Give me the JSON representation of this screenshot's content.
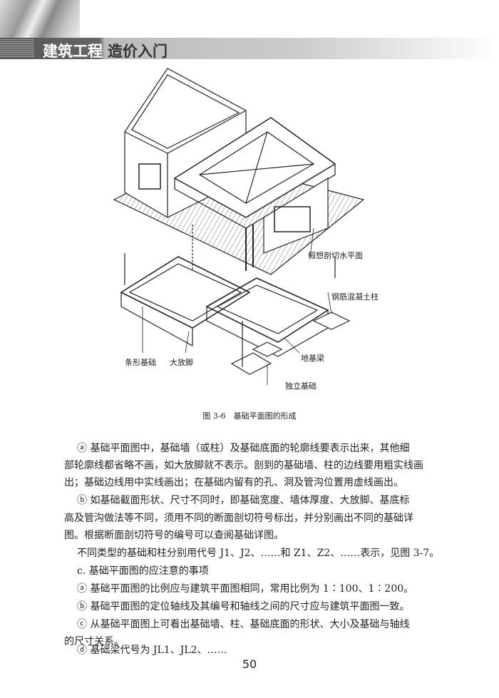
{
  "header": {
    "book_title_part1": "建筑工程",
    "book_title_part2": "造价入门"
  },
  "figure": {
    "labels": {
      "plane": "假想剖切水平面",
      "column": "钢筋混凝土柱",
      "strip": "条形基础",
      "footing": "大放脚",
      "beam": "地基梁",
      "isolated": "独立基础"
    },
    "caption": "图 3-6　基础平面图的形成"
  },
  "body": {
    "lines": [
      "ⓐ 基础平面图中，基础墙（或柱）及基础底面的轮廓线要表示出来，其他细",
      "部轮廓线都省略不画，如大放脚就不表示。剖到的基础墙、柱的边线要用粗实线画",
      "出；基础边线用中实线画出；在基础内留有的孔、洞及管沟位置用虚线画出。",
      "ⓑ 如基础截面形状、尺寸不同时，即基础宽度、墙体厚度、大放脚、基底标",
      "高及管沟做法等不同，须用不同的断面剖切符号标出，并分别画出不同的基础详",
      "图。根据断面剖切符号的编号可以查阅基础详图。",
      "不同类型的基础和柱分别用代号 J1、J2、……和 Z1、Z2、……表示，见图 3-7。",
      "c. 基础平面图的应注意的事项",
      "ⓐ 基础平面图的比例应与建筑平面图相同，常用比例为 1∶100、1∶200。",
      "ⓑ 基础平面图的定位轴线及其编号和轴线之间的尺寸应与建筑平面图一致。",
      "ⓒ 从基础平面图上可看出基础墙、柱、基础底面的形状、大小及基础与轴线",
      "的尺寸关系。",
      "ⓓ 基础梁代号为 JL1、JL2、……"
    ]
  },
  "page_number": "50"
}
